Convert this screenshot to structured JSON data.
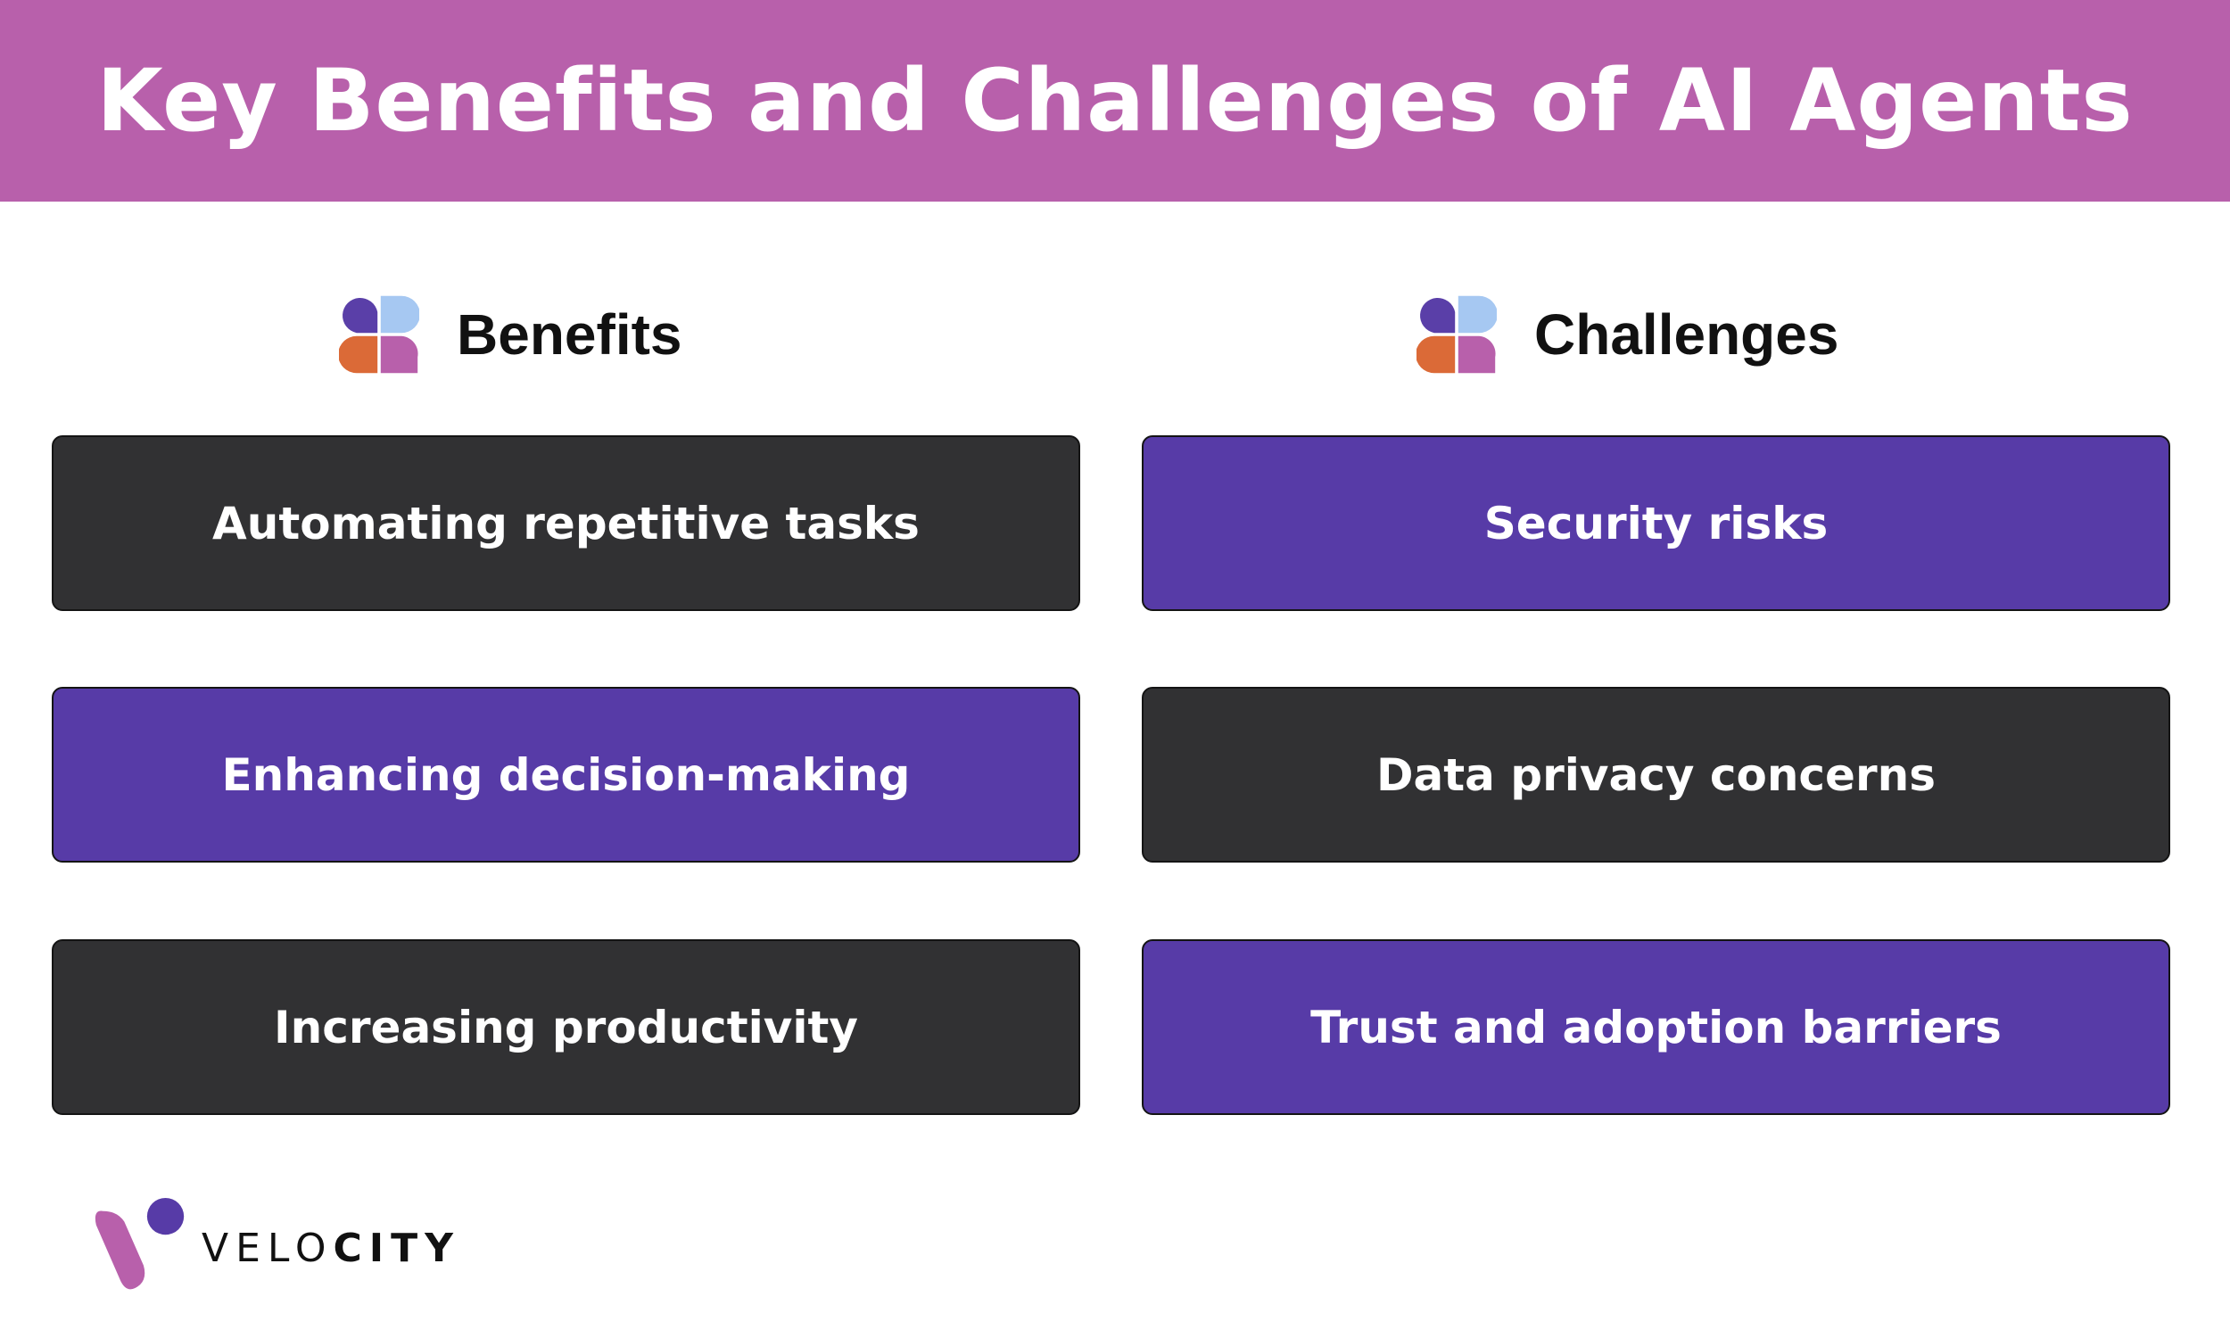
{
  "header": {
    "title": "Key Benefits and Challenges of AI Agents",
    "background_color": "#b860ab"
  },
  "columns": {
    "benefits": {
      "title": "Benefits",
      "icon": "four-petal-icon",
      "items": [
        {
          "text": "Automating repetitive tasks",
          "style": "dark"
        },
        {
          "text": "Enhancing decision-making",
          "style": "purple"
        },
        {
          "text": "Increasing productivity",
          "style": "dark"
        }
      ]
    },
    "challenges": {
      "title": "Challenges",
      "icon": "four-petal-icon",
      "items": [
        {
          "text": "Security risks",
          "style": "purple"
        },
        {
          "text": "Data privacy concerns",
          "style": "dark"
        },
        {
          "text": "Trust and adoption barriers",
          "style": "purple"
        }
      ]
    }
  },
  "colors": {
    "dark_card": "#313133",
    "purple_card": "#573ba7",
    "icon_indigo": "#5a3fa8",
    "icon_light_blue": "#a6c8f2",
    "icon_orange": "#db6a37",
    "icon_pink": "#b860ab"
  },
  "logo": {
    "icon": "velocity-logo-icon",
    "text_light": "VELO",
    "text_bold": "CITY"
  }
}
